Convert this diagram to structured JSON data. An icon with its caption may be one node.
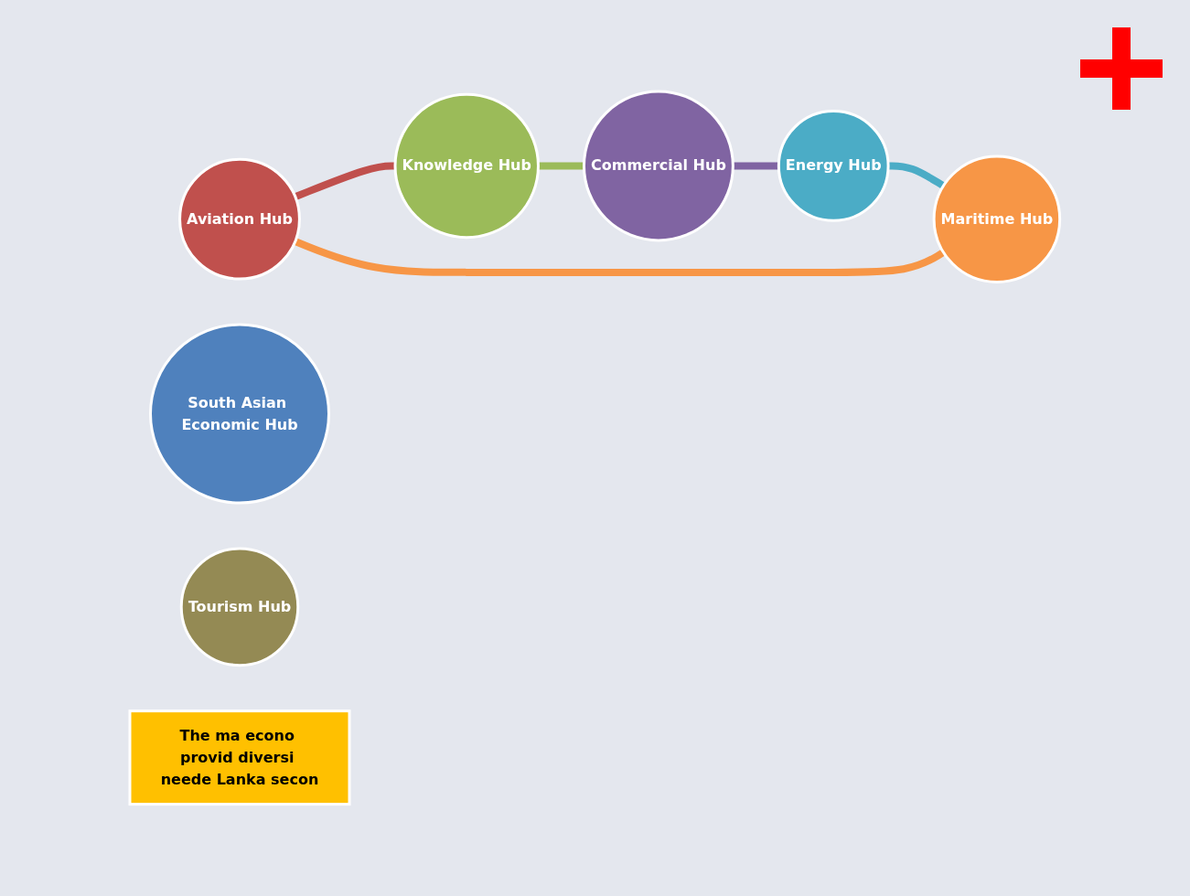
{
  "diagram": {
    "nodes": [
      {
        "text": [
          "Aviation Hub"
        ]
      },
      {
        "text": [
          "Knowledge Hub"
        ]
      },
      {
        "text": [
          "Commercial Hub"
        ]
      },
      {
        "text": [
          "Energy Hub"
        ]
      },
      {
        "text": [
          "Maritime Hub"
        ]
      },
      {
        "text": [
          "South Asian Economic Hub"
        ]
      },
      {
        "text": [
          "Tourism Hub"
        ]
      },
      {
        "text": [
          "The ma econo provid diversi neede Lanka secon"
        ]
      },
      {
        "text": [],
        "shape": "cross"
      }
    ],
    "edges": [
      {
        "from": 0,
        "to": 1,
        "arrow": "none",
        "color": "#c0504d"
      },
      {
        "from": 1,
        "to": 2,
        "arrow": "none",
        "color": "#9bbb59"
      },
      {
        "from": 2,
        "to": 3,
        "arrow": "none",
        "color": "#8064a2"
      },
      {
        "from": 3,
        "to": 4,
        "arrow": "none",
        "color": "#4bacc6"
      },
      {
        "from": 4,
        "to": 0,
        "arrow": "none",
        "color": "#f79646"
      }
    ]
  }
}
